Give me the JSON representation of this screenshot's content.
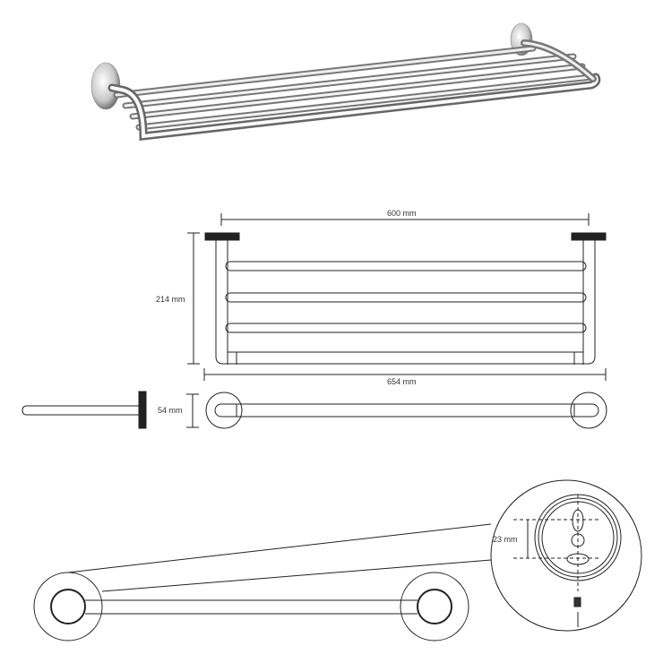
{
  "title": "Towel rack technical drawing",
  "dimensions": {
    "width_between_mounts": "600 mm",
    "depth": "214 mm",
    "overall_width": "654 mm",
    "mount_diameter": "54 mm",
    "hole_spacing": "23 mm"
  },
  "colors": {
    "line": "#222222",
    "chrome_light": "#f4f4f4",
    "chrome_dark": "#7a7a7a"
  }
}
